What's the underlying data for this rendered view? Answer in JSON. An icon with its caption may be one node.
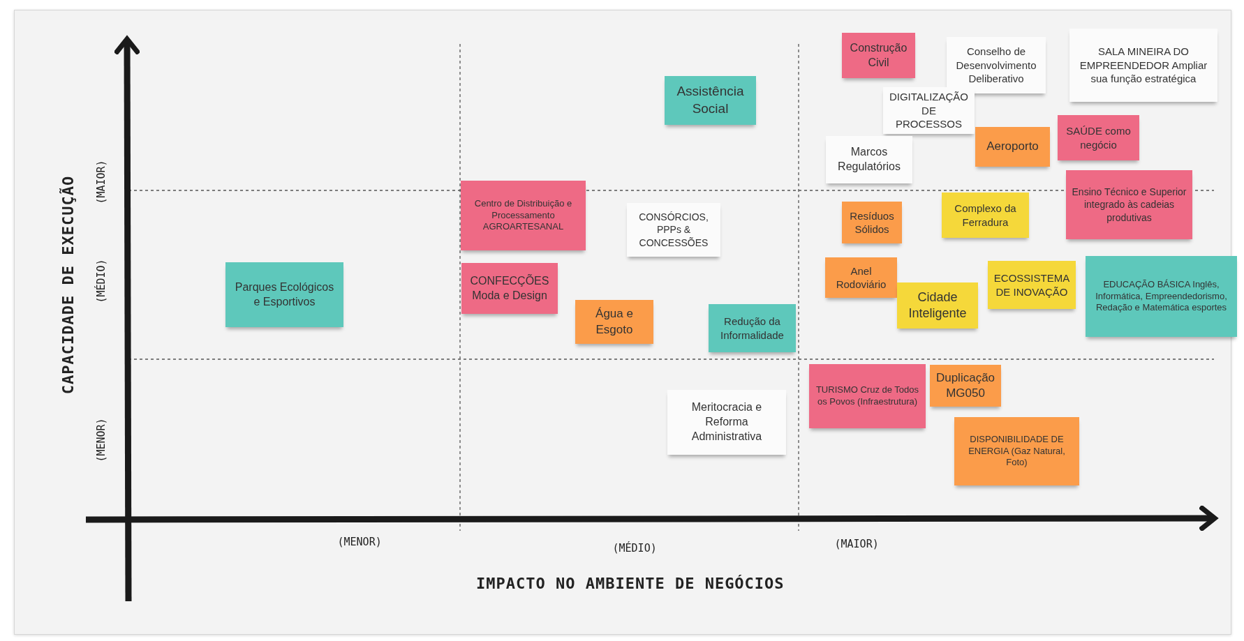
{
  "diagram": {
    "nodes": [
      {
        "text": [
          "Construção Civil"
        ]
      },
      {
        "text": [
          "Conselho de Desenvolvimento Deliberativo"
        ]
      },
      {
        "text": [
          "SALA MINEIRA DO EMPREENDEDOR Ampliar sua função estratégica"
        ]
      },
      {
        "text": [
          "DIGITALIZAÇÃO DE PROCESSOS"
        ]
      },
      {
        "text": [
          "Assistência Social"
        ]
      },
      {
        "text": [
          "Aeroporto"
        ]
      },
      {
        "text": [
          "SAÚDE como negócio"
        ]
      },
      {
        "text": [
          "Marcos Regulatórios"
        ]
      },
      {
        "text": [
          "Ensino Técnico e Superior integrado às cadeias produtivas"
        ]
      },
      {
        "text": [
          "Centro de Distribuição e Processamento AGROARTESANAL"
        ]
      },
      {
        "text": [
          "CONSÓRCIOS, PPPs & CONCESSÕES"
        ]
      },
      {
        "text": [
          "Resíduos Sólidos"
        ]
      },
      {
        "text": [
          "Complexo da Ferradura"
        ]
      },
      {
        "text": [
          "Parques Ecológicos e Esportivos"
        ]
      },
      {
        "text": [
          "CONFECÇÕES Moda e Design"
        ]
      },
      {
        "text": [
          "Anel Rodoviário"
        ]
      },
      {
        "text": [
          "Cidade Inteligente"
        ]
      },
      {
        "text": [
          "ECOSSISTEMA DE INOVAÇÃO"
        ]
      },
      {
        "text": [
          "EDUCAÇÃO BÁSICA Inglês, Informática, Empreendedorismo, Redação e Matemática esportes"
        ]
      },
      {
        "text": [
          "Água e Esgoto"
        ]
      },
      {
        "text": [
          "Redução da Informalidade"
        ]
      },
      {
        "text": [
          "TURISMO Cruz de Todos os Povos (Infraestrutura)"
        ]
      },
      {
        "text": [
          "Duplicação MG050"
        ]
      },
      {
        "text": [
          "Meritocracia e Reforma Administrativa"
        ]
      },
      {
        "text": [
          "DISPONIBILIDADE DE ENERGIA (Gaz Natural, Foto)"
        ]
      }
    ],
    "labels": [
      "CAPACIDADE DE EXECUÇÃO",
      "(MAIOR)",
      "(MÉDIO)",
      "(MENOR)",
      "(MENOR)",
      "(MÉDIO)",
      "(MAIOR)",
      "IMPACTO NO AMBIENTE DE NEGÓCIOS"
    ]
  }
}
